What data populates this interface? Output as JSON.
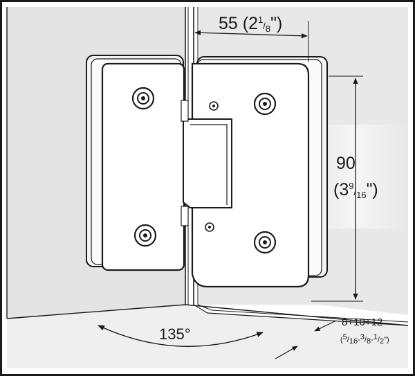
{
  "dimensions": {
    "width": {
      "value": "55",
      "imperial_whole": "2",
      "imperial_num": "1",
      "imperial_den": "8"
    },
    "height": {
      "value": "90",
      "imperial_whole": "3",
      "imperial_num": "9",
      "imperial_den": "16"
    },
    "glass_thickness": {
      "value": "8+10+12",
      "imperial_a_num": "5",
      "imperial_a_den": "16",
      "imperial_b_num": "3",
      "imperial_b_den": "8",
      "imperial_c_num": "1",
      "imperial_c_den": "2"
    },
    "angle": {
      "value": "135°"
    }
  },
  "colors": {
    "line": "#1a1a1a",
    "wall": "#e6e6e6",
    "floor": "#ececec",
    "plate": "#f7f7f7"
  }
}
